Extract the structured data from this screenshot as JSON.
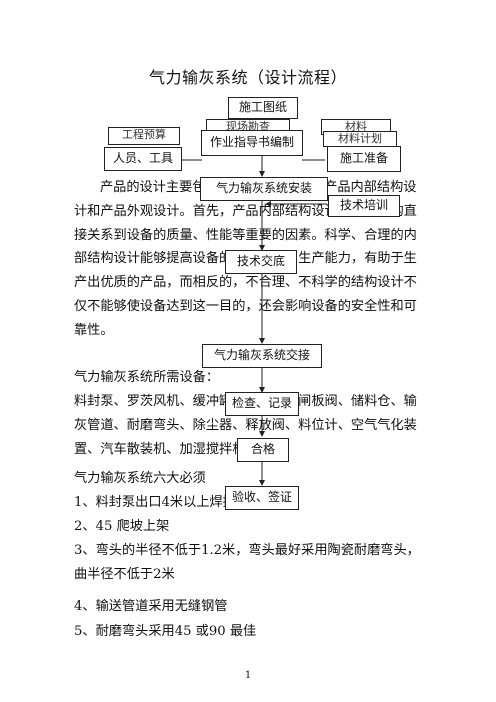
{
  "title": "气力输灰系统（设计流程）",
  "intro_paragraph": "产品的设计主要包括产品的结构设计：产品内部结构设计和产品外观设计。首先，产品内部结构设计。内部结构直接关系到设备的质量、性能等重要的因素。科学、合理的内部结构设计能够提高设备的工作效率和生产能力，有助于生产出优质的产品，而相反的，不合理、不科学的结构设计不仅不能够使设备达到这一目的，还会影响设备的安全性和可靠性。",
  "equipment_heading": "气力输灰系统所需设备：",
  "equipment_list": "料封泵、罗茨风机、缓冲罐、气化板、闸板阀、储料仓、输灰管道、耐磨弯头、除尘器、释放阀、料位计、空气气化装置、汽车散装机、加湿搅拌机",
  "must_heading": "气力输灰系统六大必须",
  "items": [
    "1、料封泵出口4米以上焊接直管",
    "2、45 爬坡上架",
    "3、弯头的半径不低于1.2米，弯头最好采用陶瓷耐磨弯头，曲半径不低于2米",
    "4、输送管道采用无缝钢管",
    "5、耐磨弯头采用45 或90 最佳"
  ],
  "flowchart": {
    "drawings": "施工图纸",
    "budget_ghost": "工程预算",
    "survey_ghost": "现场勘查",
    "material_ghost": "材料",
    "material_plan_ghost": "材料计划",
    "personnel": "人员、工具",
    "work_guide": "作业指导书编制",
    "construction_prep": "施工准备",
    "install": "气力输灰系统安装",
    "tech_training": "技术培训",
    "tech_briefing": "技术交底",
    "handover": "气力输灰系统交接",
    "inspection": "检查、记录",
    "qualified": "合格",
    "acceptance": "验收、签证"
  },
  "page_number": "1"
}
